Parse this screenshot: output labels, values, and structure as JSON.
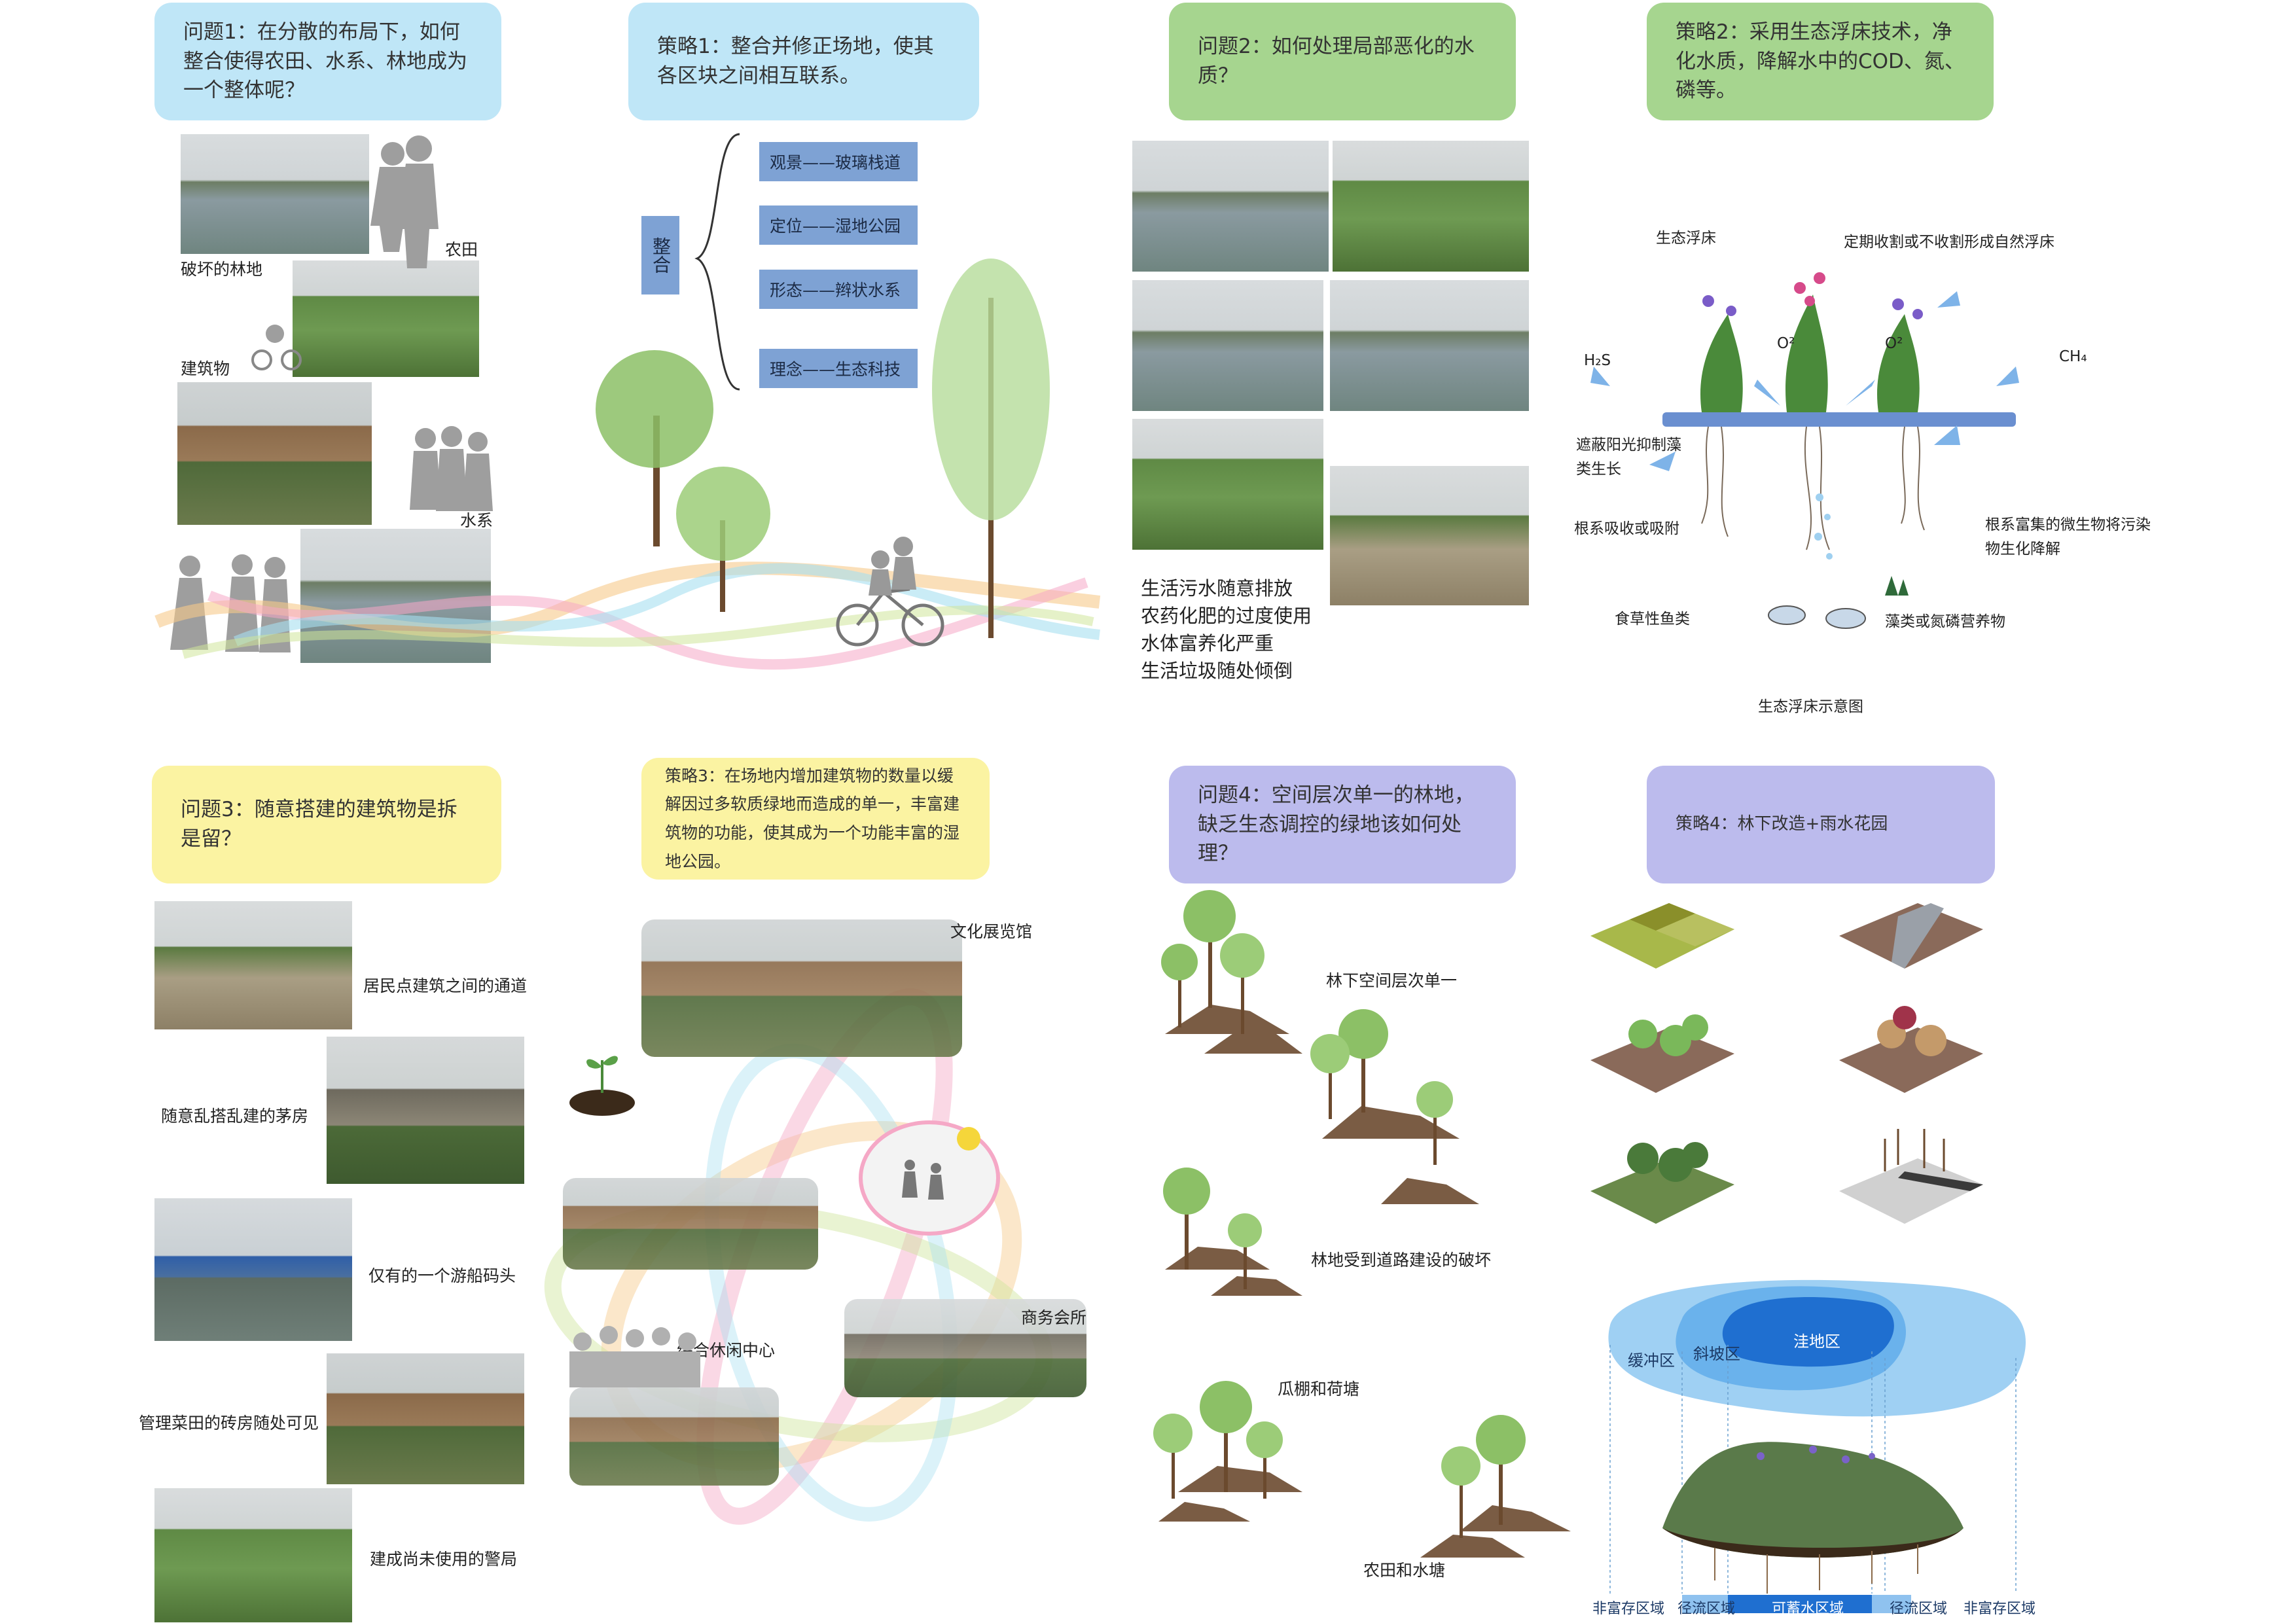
{
  "colors": {
    "problem_blue": "#bfe6f7",
    "problem_green": "#a6d58f",
    "problem_yellow": "#fbf3a2",
    "problem_purple": "#bcbbed",
    "strategy_box": "#7ea2d4"
  },
  "q1": {
    "problem": "问题1：在分散的布局下，如何整合使得农田、水系、林地成为一个整体呢？",
    "strategy": "策略1：整合并修正场地，使其各区块之间相互联系。",
    "labels": {
      "forest": "破坏的林地",
      "farmland": "农田",
      "buildings": "建筑物",
      "water": "水系"
    },
    "integrate": "整合",
    "items": [
      "观景——玻璃栈道",
      "定位——湿地公园",
      "形态——辫状水系",
      "理念——生态科技"
    ]
  },
  "q2": {
    "problem": "问题2：如何处理局部恶化的水质？",
    "strategy": "策略2：采用生态浮床技术，净化水质，降解水中的COD、氮、磷等。",
    "issues": [
      "生活污水随意排放",
      "农药化肥的过度使用",
      "水体富养化严重",
      "生活垃圾随处倾倒"
    ],
    "diagram": {
      "float_bed": "生态浮床",
      "harvest": "定期收割或不收割形成自然浮床",
      "h2s": "H₂S",
      "o2_a": "O²",
      "o2_b": "O²",
      "ch4": "CH₄",
      "shade": "遮蔽阳光抑制藻类生长",
      "roots": "根系吸收或吸附",
      "microbe": "根系富集的微生物将污染物生化降解",
      "fish": "食草性鱼类",
      "algae": "藻类或氮磷营养物",
      "caption": "生态浮床示意图"
    }
  },
  "q3": {
    "problem": "问题3：随意搭建的建筑物是拆是留？",
    "strategy": "策略3：在场地内增加建筑物的数量以缓解因过多软质绿地而造成的单一，丰富建筑物的功能，使其成为一个功能丰富的湿地公园。",
    "photos": [
      "居民点建筑之间的通道",
      "随意乱搭乱建的茅房",
      "仅有的一个游船码头",
      "管理菜田的砖房随处可见",
      "建成尚未使用的警局"
    ],
    "buildings": {
      "culture": "文化展览馆",
      "business": "商务会所",
      "leisure": "综合休闲中心"
    }
  },
  "q4": {
    "problem": "问题4：空间层次单一的林地，缺乏生态调控的绿地该如何处理？",
    "strategy": "策略4：林下改造+雨水花园",
    "forest_labels": {
      "single": "林下空间层次单一",
      "damaged": "林地受到道路建设的破坏",
      "melon": "瓜棚和荷塘",
      "farm": "农田和水塘"
    },
    "rain_garden": {
      "buffer": "缓冲区",
      "slope": "斜坡区",
      "depression": "洼地区",
      "bottom": [
        "非富存区域",
        "径流区域",
        "可蓄水区域",
        "径流区域",
        "非富存区域"
      ]
    }
  }
}
